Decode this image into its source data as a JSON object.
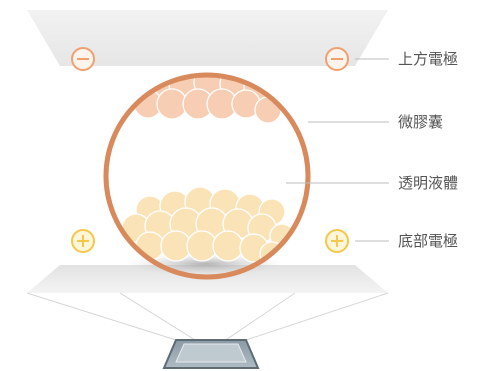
{
  "labels": {
    "top_electrode": "上方電極",
    "microcapsule": "微膠囊",
    "transparent_fluid": "透明液體",
    "bottom_electrode": "底部電極"
  },
  "symbols": {
    "negative": "−",
    "positive": "+"
  },
  "colors": {
    "capsule_outline": "#d98a5c",
    "negative_particle": "#f7cdb3",
    "positive_particle": "#fbe3b8",
    "negative_badge": "#f0a070",
    "positive_badge": "#f4c84a",
    "electrode_plate": "#ececec"
  },
  "icons": {
    "negative_badge": "minus-circle-icon",
    "positive_badge": "plus-circle-icon"
  }
}
